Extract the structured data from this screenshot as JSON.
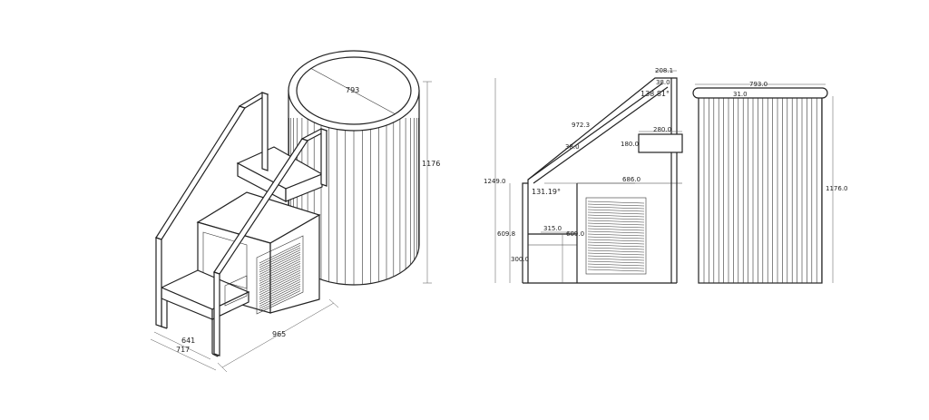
{
  "iso": {
    "dim_diameter": "793",
    "dim_height": "1176",
    "dim_depth_inner": "641",
    "dim_depth_outer": "717",
    "dim_length": "965"
  },
  "side": {
    "dim_top_width": "208.1",
    "dim_top_offset": "38.0",
    "dim_angle_top": "138.81°",
    "dim_rail_length": "972.3",
    "dim_rail_thickness": "38.0",
    "dim_total_height": "1249.0",
    "dim_step_height": "180.0",
    "dim_step_width": "280.0",
    "dim_angle_bottom": "131.19°",
    "dim_cabinet_width": "686.0",
    "dim_lower_height": "609.8",
    "dim_upper_step_width": "315.0",
    "dim_cabinet_height": "609.0",
    "dim_bottom_step_height": "300.0"
  },
  "front": {
    "dim_width": "793.0",
    "dim_rim": "31.0",
    "dim_height": "1176.0"
  }
}
